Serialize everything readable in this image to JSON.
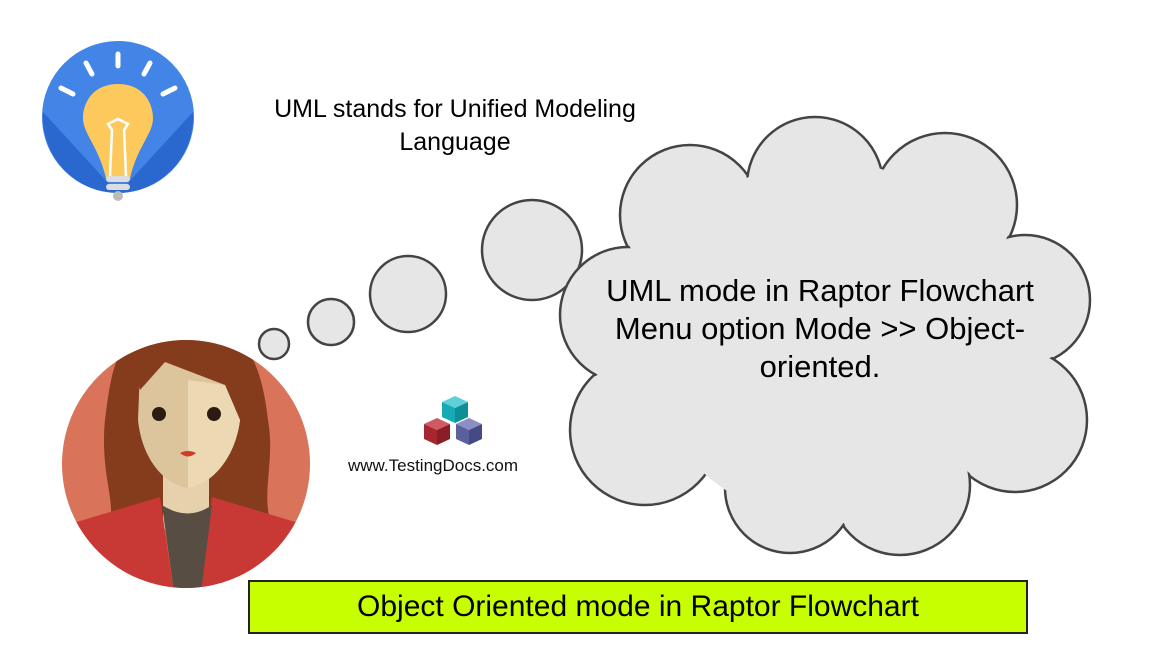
{
  "note": "UML stands for Unified Modeling Language",
  "thought_bubble": "UML mode in Raptor Flowchart Menu option Mode >> Object-oriented.",
  "watermark": "www.TestingDocs.com",
  "banner_title": "Object Oriented mode in Raptor Flowchart",
  "icons": {
    "idea": "lightbulb-icon",
    "person": "woman-avatar-icon",
    "logo": "cubes-logo-icon"
  },
  "colors": {
    "banner": "#c8ff00",
    "cloud": "#e6e6e6",
    "idea_bg": "#4285e6",
    "avatar_bg": "#d9735a"
  }
}
